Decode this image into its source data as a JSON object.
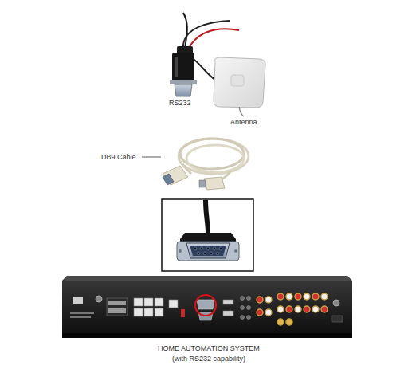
{
  "diagram": {
    "labels": [
      "RS232",
      "Antenna",
      "DB9 Cable",
      "HOME AUTOMATION SYSTEM",
      "(with RS232 capability)"
    ]
  }
}
